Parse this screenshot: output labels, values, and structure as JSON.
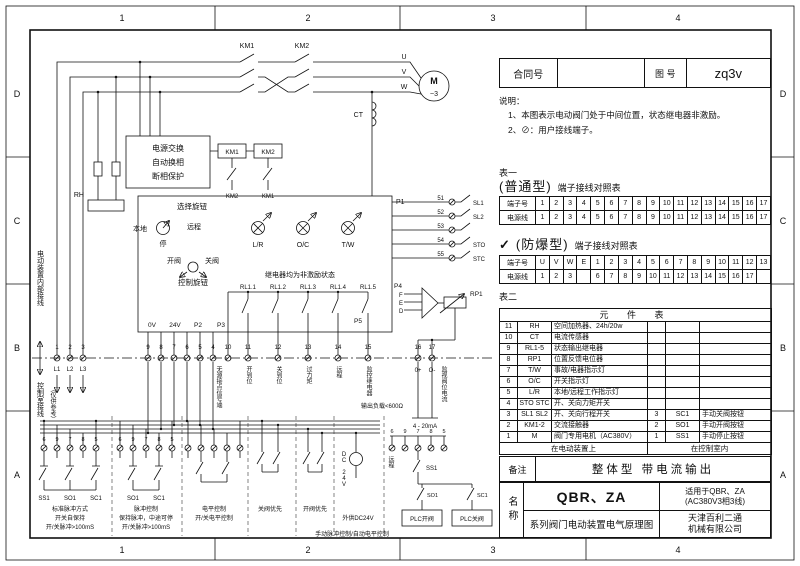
{
  "frame": {
    "cols": [
      "1",
      "2",
      "3",
      "4"
    ],
    "rows": [
      "D",
      "C",
      "B",
      "A"
    ]
  },
  "contract": {
    "label": "合同号",
    "fig_label": "图 号",
    "fig_no": "zq3v"
  },
  "notes": {
    "title": "说明：",
    "lines": [
      "1、本图表示电动阀门处于中间位置，状态继电器非激励。",
      "2、⊘：用户接线端子。"
    ]
  },
  "table1": {
    "tag": "表一",
    "type": "(普通型)",
    "title": "端子接线对照表",
    "rows": [
      [
        "端子号",
        "1",
        "2",
        "3",
        "4",
        "5",
        "6",
        "7",
        "8",
        "9",
        "10",
        "11",
        "12",
        "13",
        "14",
        "15",
        "16",
        "17"
      ],
      [
        "电源线",
        "1",
        "2",
        "3",
        "4",
        "5",
        "6",
        "7",
        "8",
        "9",
        "10",
        "11",
        "12",
        "13",
        "14",
        "15",
        "16",
        "17"
      ]
    ]
  },
  "table2": {
    "check": "✓",
    "type": "(防爆型)",
    "title": "端子接线对照表",
    "rows": [
      [
        "端子号",
        "U",
        "V",
        "W",
        "E",
        "1",
        "2",
        "3",
        "4",
        "5",
        "6",
        "7",
        "8",
        "9",
        "10",
        "11",
        "12",
        "13"
      ],
      [
        "电源线",
        "1",
        "2",
        "3",
        "",
        "6",
        "7",
        "8",
        "9",
        "10",
        "11",
        "12",
        "13",
        "14",
        "15",
        "16",
        "17",
        ""
      ]
    ]
  },
  "components": {
    "tag": "表二",
    "title": "元 件 表",
    "rows": [
      [
        "11",
        "RH",
        "空间加热器、24h/20w",
        "",
        "",
        ""
      ],
      [
        "10",
        "CT",
        "电流传感器",
        "",
        "",
        ""
      ],
      [
        "9",
        "RL1-5",
        "状态输出继电器",
        "",
        "",
        ""
      ],
      [
        "8",
        "RP1",
        "位置反馈电位器",
        "",
        "",
        ""
      ],
      [
        "7",
        "T/W",
        "事故/电器指示灯",
        "",
        "",
        ""
      ],
      [
        "6",
        "O/C",
        "开关指示灯",
        "",
        "",
        ""
      ],
      [
        "5",
        "L/R",
        "本地/远程工作指示灯",
        "",
        "",
        ""
      ],
      [
        "4",
        "STO STC",
        "开、关向力矩开关",
        "",
        "",
        ""
      ],
      [
        "3",
        "SL1 SL2",
        "开、关向行程开关",
        "3",
        "SC1",
        "手动关阀按钮"
      ],
      [
        "2",
        "KM1-2",
        "交流接触器",
        "2",
        "SO1",
        "手动开阀按钮"
      ],
      [
        "1",
        "M",
        "阀门专用电机（AC380V）",
        "1",
        "SS1",
        "手动停止按钮"
      ]
    ],
    "footer_left": "在电动装置上",
    "footer_right": "在控制室内"
  },
  "remark": {
    "label": "备注",
    "text": "整体型  带电流输出"
  },
  "titleblock": {
    "name_label": "名称",
    "model": "QBR、ZA",
    "series": "系列阀门电动装置电气原理图",
    "apply1": "适用于QBR、ZA",
    "apply2": "(AC380V3相3线)",
    "company1": "天津百利二通",
    "company2": "机械有限公司"
  },
  "sch": {
    "km1": "KM1",
    "km2": "KM2",
    "u": "U",
    "v": "V",
    "w": "W",
    "m": "M",
    "m3": "~3",
    "ct": "CT",
    "box1": "电源交换",
    "box2": "自动换相",
    "box3": "断相保护",
    "rh": "RH",
    "p1": "P1",
    "p2": "P2",
    "p3": "P3",
    "p4": "P4",
    "p5": "P5",
    "sel": "选择旋钮",
    "local": "本地",
    "remote": "远程",
    "stop": "停",
    "lr": "L/R",
    "oc": "O/C",
    "tw": "T/W",
    "open": "开阀",
    "close": "关阀",
    "ctrl": "控制旋钮",
    "relay_note": "继电器均为非激励状态",
    "rl": [
      "RL1.1",
      "RL1.2",
      "RL1.3",
      "RL1.4",
      "RL1.5"
    ],
    "v0": "0V",
    "v24": "24V",
    "t51": "51",
    "t52": "52",
    "t53": "53",
    "t54": "54",
    "t55": "55",
    "sl1": "SL1",
    "sl2": "SL2",
    "sto": "STO",
    "stc": "STC",
    "rp1": "RP1",
    "pf": "F",
    "pe": "E",
    "pd": "D",
    "n1": "1",
    "n2": "2",
    "n3": "3",
    "l1": "L1",
    "l2": "L2",
    "l3": "L3",
    "ctl_nums": [
      "9",
      "8",
      "7",
      "6",
      "5",
      "4"
    ],
    "rly_nums": [
      "10",
      "11",
      "12",
      "13",
      "14",
      "15"
    ],
    "out_nums": [
      "16",
      "17"
    ],
    "op": "0+",
    "om": "O-",
    "sig": "无源接点信号端",
    "fn_open": "开到位",
    "fn_close": "关到位",
    "fn_torque": "过力矩",
    "fn_remote": "远程",
    "fn_mon": "监控继电器",
    "load": "输出负载<600Ω",
    "ma": "4 - 20mA",
    "mon_cur": "监视阀位电流",
    "inner": "电动装置内部接线",
    "room": "控制室接线",
    "ref": "（仅供参考）",
    "g_nums": [
      "6",
      "9",
      "7",
      "8",
      "5"
    ],
    "ss1": "SS1",
    "so1": "SO1",
    "sc1": "SC1",
    "capA1": "标准脉冲方式",
    "capA2": "开关自保持",
    "capA3": "开/关脉冲>100mS",
    "capB1": "脉冲控制",
    "capB2": "保持脉冲，中途可停",
    "capB3": "开/关脉冲>100mS",
    "capC1": "电平控制",
    "capC2": "开/关电平控制",
    "capD": "关阀优先",
    "capE": "开阀优先",
    "dc": "DC 24V",
    "ext": "外供DC24V",
    "capF": "手动脉冲控制/自动电平控制",
    "plc_o": "PLC开阀",
    "plc_c": "PLC关阀"
  }
}
